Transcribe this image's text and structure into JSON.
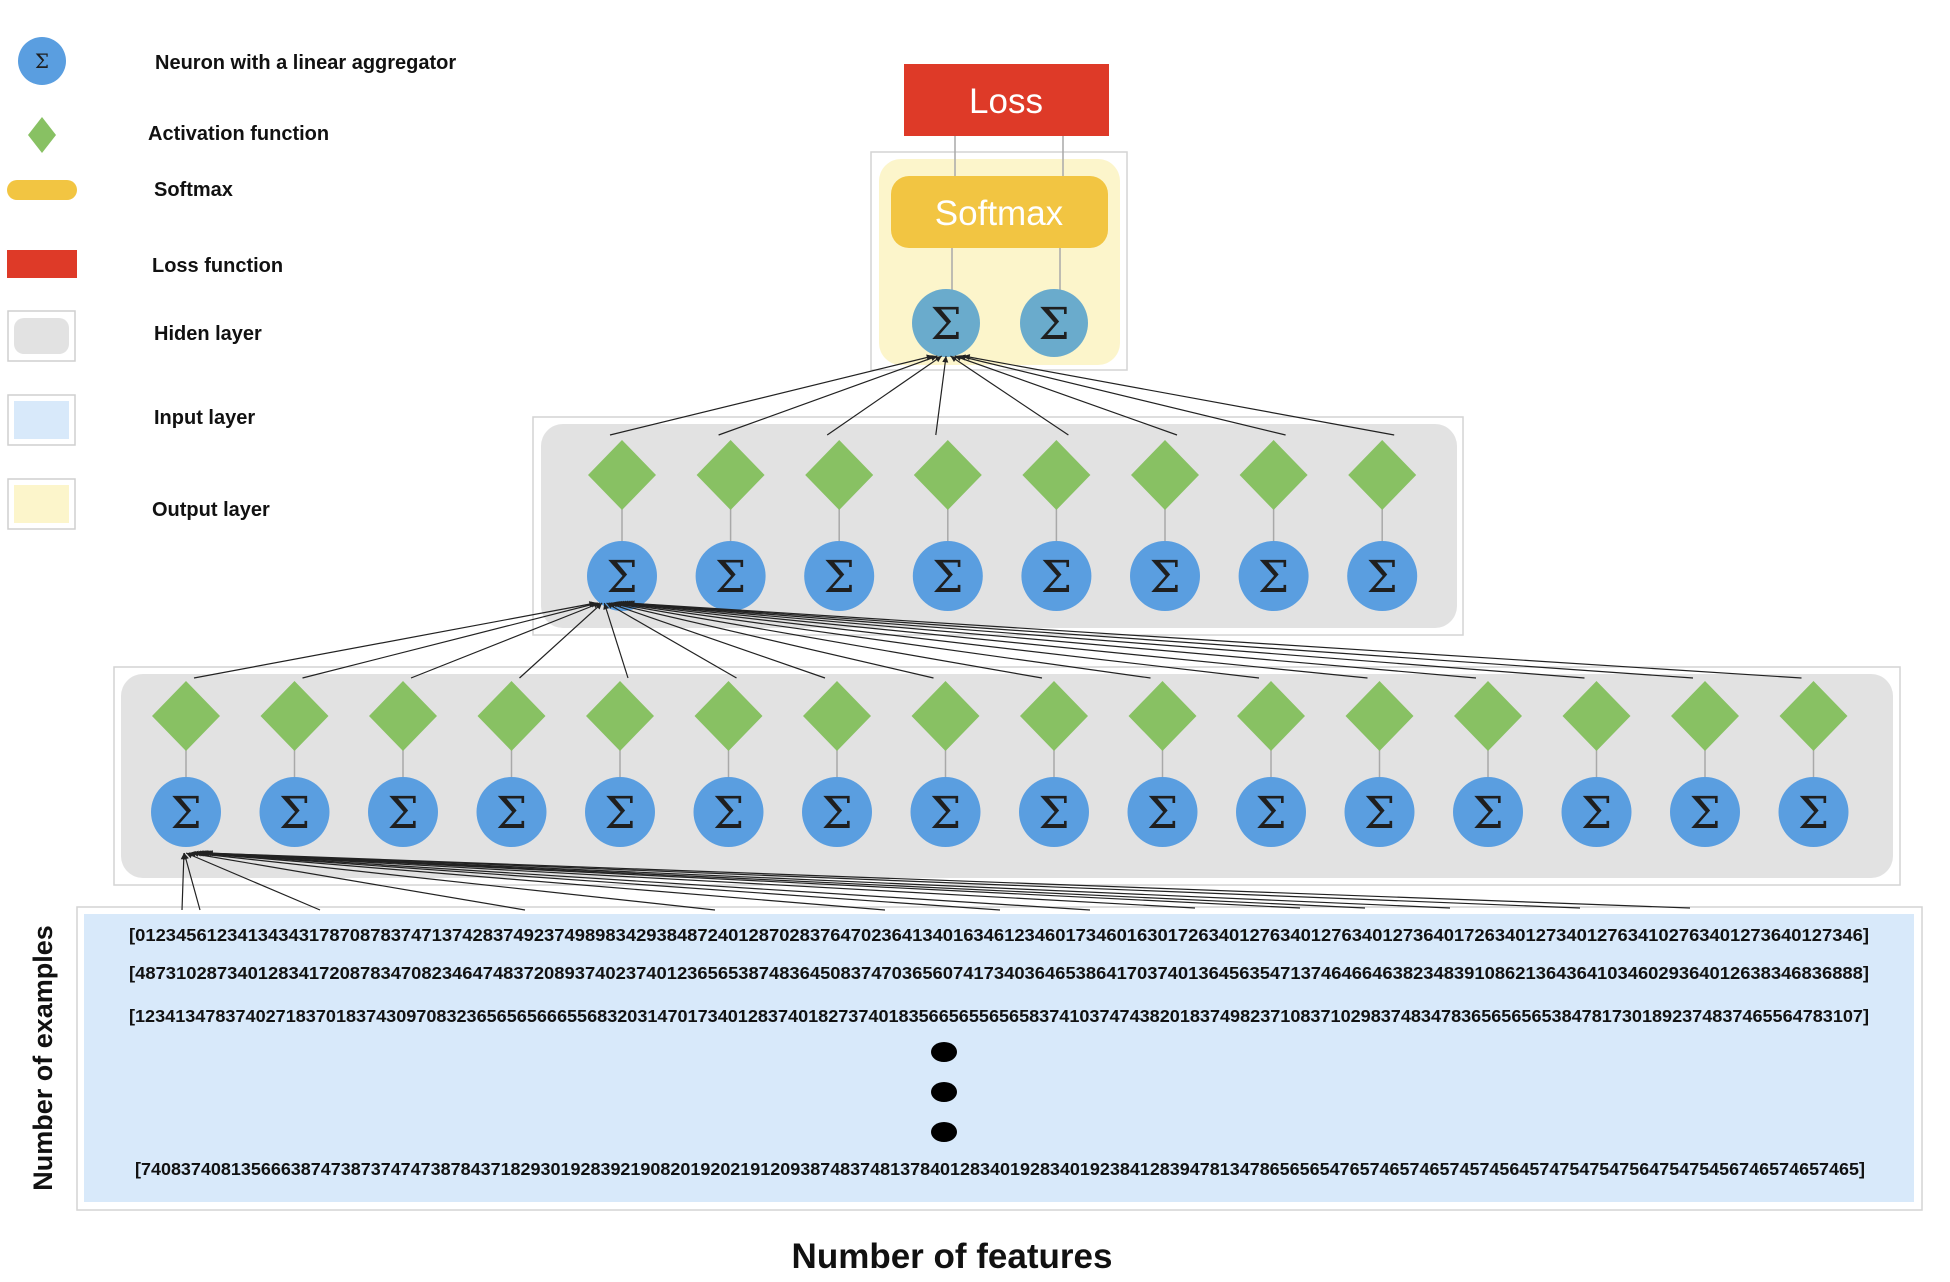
{
  "legend": [
    {
      "key": "neuron",
      "label": "Neuron with a linear aggregator"
    },
    {
      "key": "activation",
      "label": "Activation function"
    },
    {
      "key": "softmax",
      "label": "Softmax"
    },
    {
      "key": "loss",
      "label": "Loss function"
    },
    {
      "key": "hidden",
      "label": "Hiden layer"
    },
    {
      "key": "input",
      "label": "Input layer"
    },
    {
      "key": "output",
      "label": "Output layer"
    }
  ],
  "neuron_symbol": "Σ",
  "loss": {
    "label": "Loss"
  },
  "softmax": {
    "label": "Softmax"
  },
  "output_layer": {
    "neuron_count": 2
  },
  "hidden_layer_2": {
    "neuron_count": 8
  },
  "hidden_layer_1": {
    "neuron_count": 16
  },
  "input_layer": {
    "rows": [
      "[0123456123413434317870878374713742837492374989834293848724012870283764702364134016346123460173460163017263401276340127634012736401726340127340127634102763401273640127346]",
      "[4873102873401283417208783470823464748372089374023740123656538748364508374703656074173403646538641703740136456354713746466463823483910862136436410346029364012638346836888]",
      "[1234134783740271837018374309708323656565666556832031470173401283740182737401835665655656583741037474382018374982371083710298374834783656565653847817301892374837465564783107]",
      "[7408374081356663874738737474738784371829301928392190820192021912093874837481378401283401928340192384128394781347865656547657465746574574564574754754756475475456746574657465]"
    ],
    "ellipsis_dots": 3,
    "y_axis_label": "Number of examples",
    "x_axis_label": "Number of features"
  },
  "colors": {
    "neuron": "#5a9ee0",
    "output_neuron": "#6aabcc",
    "activation": "#88c163",
    "softmax": "#f2c542",
    "loss": "#de3a28",
    "hidden_bg": "#e2e2e2",
    "input_bg": "#d8e9fa",
    "output_bg": "#fcf5cb"
  }
}
